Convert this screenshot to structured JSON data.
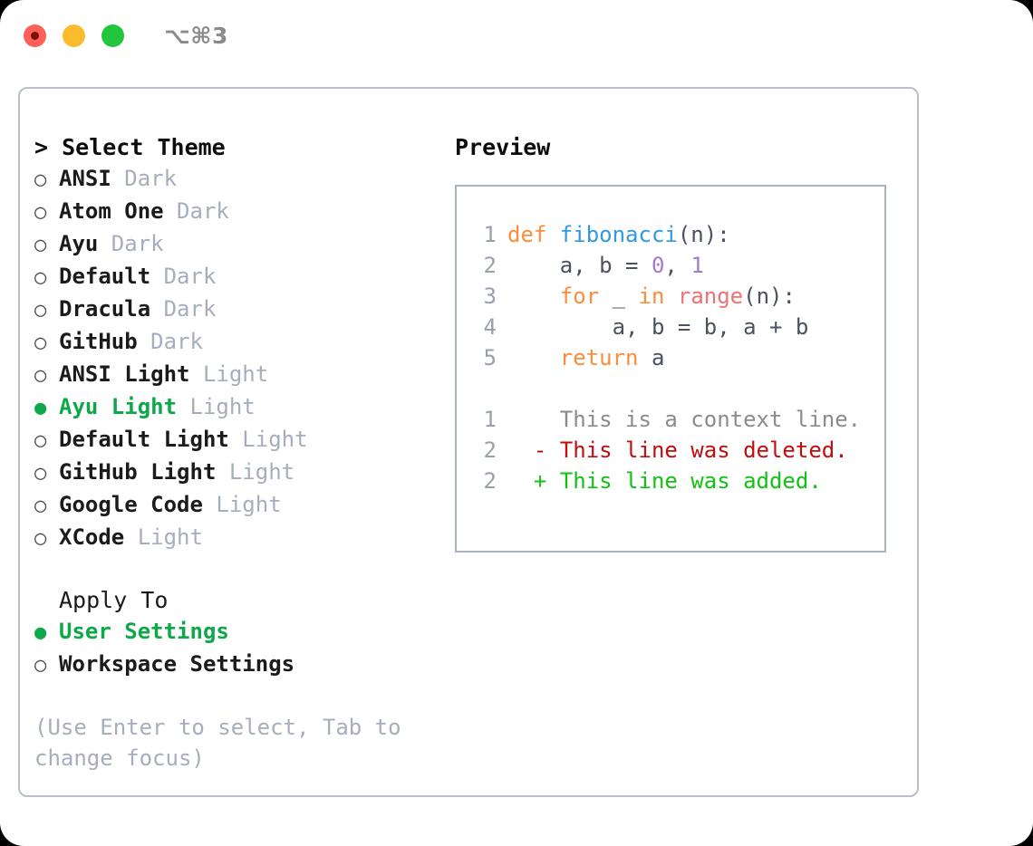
{
  "titlebar": {
    "shortcut": "⌥⌘3",
    "buttons": [
      {
        "name": "close",
        "color": "#fc6058"
      },
      {
        "name": "minimize",
        "color": "#fdbc2e"
      },
      {
        "name": "zoom",
        "color": "#22c63c"
      }
    ]
  },
  "colors": {
    "accent_green": "#0ea84a",
    "muted": "#a6aebd",
    "border": "#b9bfcb",
    "preview_border": "#aab2c2"
  },
  "theme_section": {
    "heading": "> Select Theme",
    "options": [
      {
        "marker": "○",
        "name": "ANSI",
        "tag": "Dark",
        "selected": false
      },
      {
        "marker": "○",
        "name": "Atom One",
        "tag": "Dark",
        "selected": false
      },
      {
        "marker": "○",
        "name": "Ayu",
        "tag": "Dark",
        "selected": false
      },
      {
        "marker": "○",
        "name": "Default",
        "tag": "Dark",
        "selected": false
      },
      {
        "marker": "○",
        "name": "Dracula",
        "tag": "Dark",
        "selected": false
      },
      {
        "marker": "○",
        "name": "GitHub",
        "tag": "Dark",
        "selected": false
      },
      {
        "marker": "○",
        "name": "ANSI Light",
        "tag": "Light",
        "selected": false
      },
      {
        "marker": "●",
        "name": "Ayu Light",
        "tag": "Light",
        "selected": true
      },
      {
        "marker": "○",
        "name": "Default Light",
        "tag": "Light",
        "selected": false
      },
      {
        "marker": "○",
        "name": "GitHub Light",
        "tag": "Light",
        "selected": false
      },
      {
        "marker": "○",
        "name": "Google Code",
        "tag": "Light",
        "selected": false
      },
      {
        "marker": "○",
        "name": "XCode",
        "tag": "Light",
        "selected": false
      }
    ]
  },
  "apply_section": {
    "heading": "Apply To",
    "options": [
      {
        "marker": "●",
        "name": "User Settings",
        "selected": true
      },
      {
        "marker": "○",
        "name": "Workspace Settings",
        "selected": false
      }
    ]
  },
  "hint": "(Use Enter to select, Tab to change focus)",
  "preview": {
    "heading": "Preview",
    "code_lines": [
      {
        "no": "1",
        "tokens": [
          {
            "t": "def ",
            "c": "tok-kw"
          },
          {
            "t": "fibonacci",
            "c": "tok-fn"
          },
          {
            "t": "(n):",
            "c": "tok-plain"
          }
        ]
      },
      {
        "no": "2",
        "tokens": [
          {
            "t": "    a, b = ",
            "c": "tok-txt"
          },
          {
            "t": "0",
            "c": "tok-num"
          },
          {
            "t": ", ",
            "c": "tok-txt"
          },
          {
            "t": "1",
            "c": "tok-num"
          }
        ]
      },
      {
        "no": "3",
        "tokens": [
          {
            "t": "    ",
            "c": "tok-txt"
          },
          {
            "t": "for",
            "c": "tok-kw"
          },
          {
            "t": " _ ",
            "c": "tok-txt"
          },
          {
            "t": "in",
            "c": "tok-kw"
          },
          {
            "t": " ",
            "c": "tok-txt"
          },
          {
            "t": "range",
            "c": "tok-call"
          },
          {
            "t": "(n):",
            "c": "tok-plain"
          }
        ]
      },
      {
        "no": "4",
        "tokens": [
          {
            "t": "        a, b = b, a + b",
            "c": "tok-txt"
          }
        ]
      },
      {
        "no": "5",
        "tokens": [
          {
            "t": "    ",
            "c": "tok-txt"
          },
          {
            "t": "return",
            "c": "tok-kw"
          },
          {
            "t": " a",
            "c": "tok-txt"
          }
        ]
      }
    ],
    "diff_lines": [
      {
        "no": "1",
        "marker": "  ",
        "text": "This is a context line.",
        "kind": "diff-ctx"
      },
      {
        "no": "2",
        "marker": "- ",
        "text": "This line was deleted.",
        "kind": "diff-del"
      },
      {
        "no": "2",
        "marker": "+ ",
        "text": "This line was added.",
        "kind": "diff-add"
      }
    ]
  }
}
